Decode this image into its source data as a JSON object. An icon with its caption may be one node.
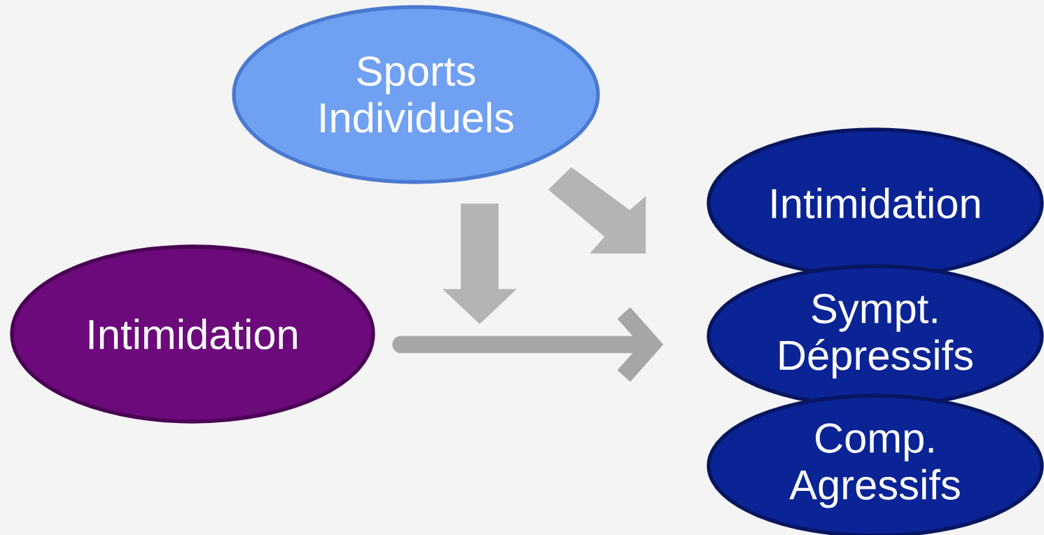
{
  "diagram": {
    "nodes": [
      {
        "text": [
          "Sports Individuels"
        ]
      },
      {
        "text": [
          "Intimidation"
        ]
      },
      {
        "text": [
          "Intimidation"
        ]
      },
      {
        "text": [
          "Sympt. Dépressifs"
        ]
      },
      {
        "text": [
          "Comp. Agressifs"
        ]
      }
    ],
    "edges": [
      {
        "from": 1,
        "to": 3,
        "arrow": "to",
        "color": "#a6a6a6"
      },
      {
        "from": 0,
        "to": null,
        "arrow": "to",
        "style": "thick"
      },
      {
        "from": 0,
        "to": 2,
        "arrow": "to",
        "style": "thick"
      }
    ]
  }
}
